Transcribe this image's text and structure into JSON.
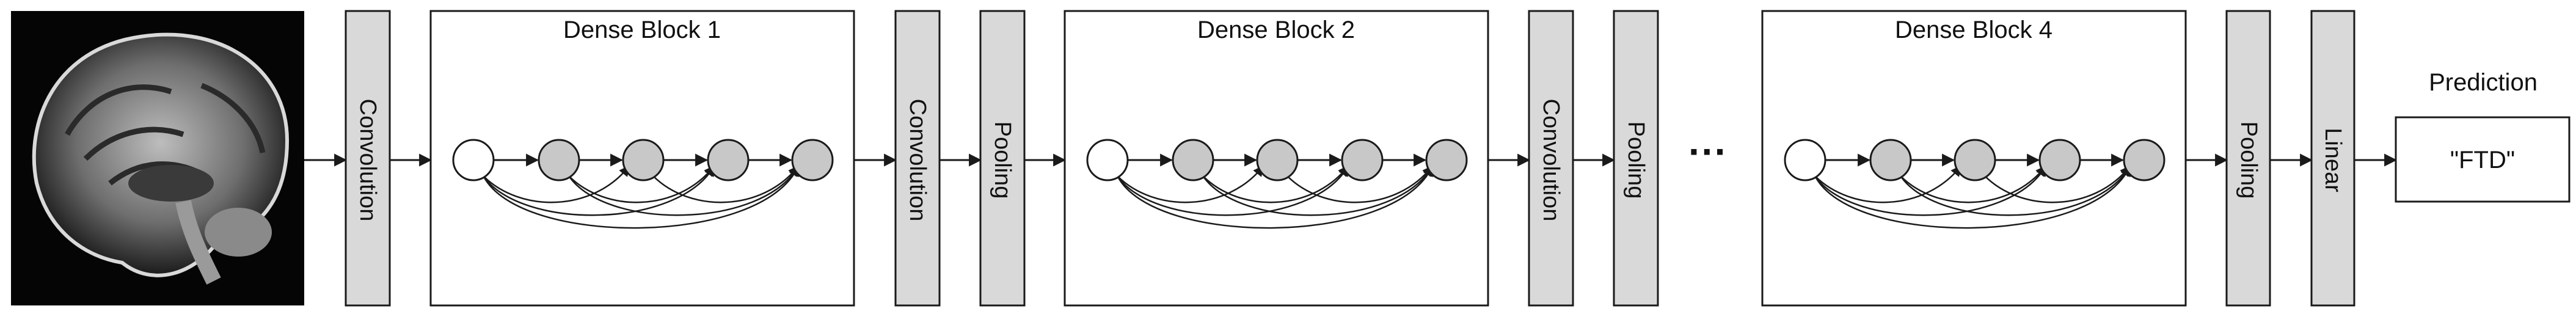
{
  "mri_image": {
    "icon": "mri-brain-sagittal-slice"
  },
  "layers": {
    "conv1": "Convolution",
    "dense1_title": "Dense Block 1",
    "conv2": "Convolution",
    "pool1": "Pooling",
    "dense2_title": "Dense Block 2",
    "conv3": "Convolution",
    "pool2": "Pooling",
    "ellipsis": "···",
    "dense4_title": "Dense Block 4",
    "pool_final": "Pooling",
    "linear": "Linear"
  },
  "output": {
    "title": "Prediction",
    "value": "\"FTD\""
  },
  "colors": {
    "layer_fill": "#d9d9d9",
    "node_gray": "#c8c8c8",
    "node_white": "#ffffff",
    "stroke": "#1a1a1a"
  }
}
